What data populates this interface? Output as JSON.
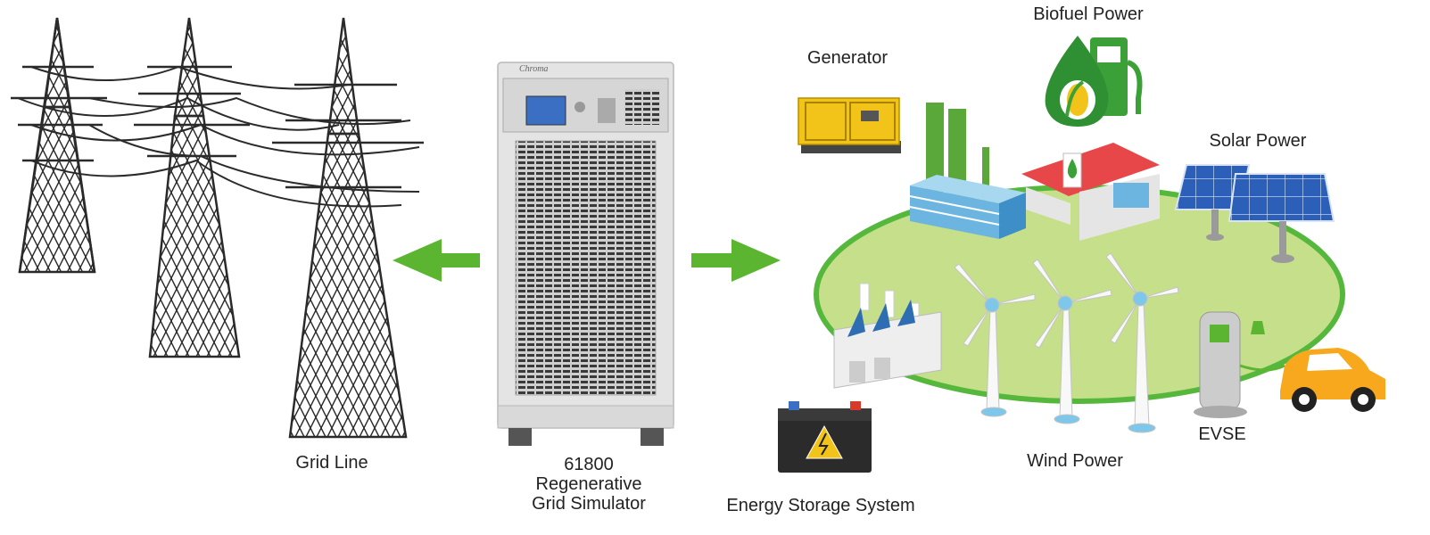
{
  "colors": {
    "arrow": "#5cb531",
    "island": "#c5df8a",
    "island_border": "#55b83d",
    "tower": "#2a2a2a",
    "cabinet": "#e4e4e4",
    "battery": "#2b2b2b",
    "generator": "#f2c318",
    "car": "#f7a81c",
    "solar_panel": "#2b5fb8",
    "biofuel": "#3aa037"
  },
  "icons": [
    "transmission-tower-icon",
    "grid-simulator-cabinet-icon",
    "arrow-left-icon",
    "arrow-right-icon",
    "generator-icon",
    "biofuel-pump-icon",
    "power-plant-icon",
    "gas-station-icon",
    "solar-panel-icon",
    "factory-icon",
    "wind-turbine-icon",
    "ev-charger-icon",
    "car-icon",
    "battery-icon"
  ],
  "labels": {
    "grid_line": "Grid Line",
    "product_model": "61800",
    "product_line1": "Regenerative",
    "product_line2": "Grid Simulator",
    "cabinet_brand": "Chroma",
    "generator": "Generator",
    "biofuel": "Biofuel Power",
    "solar": "Solar Power",
    "wind": "Wind Power",
    "evse": "EVSE",
    "storage": "Energy Storage System"
  }
}
